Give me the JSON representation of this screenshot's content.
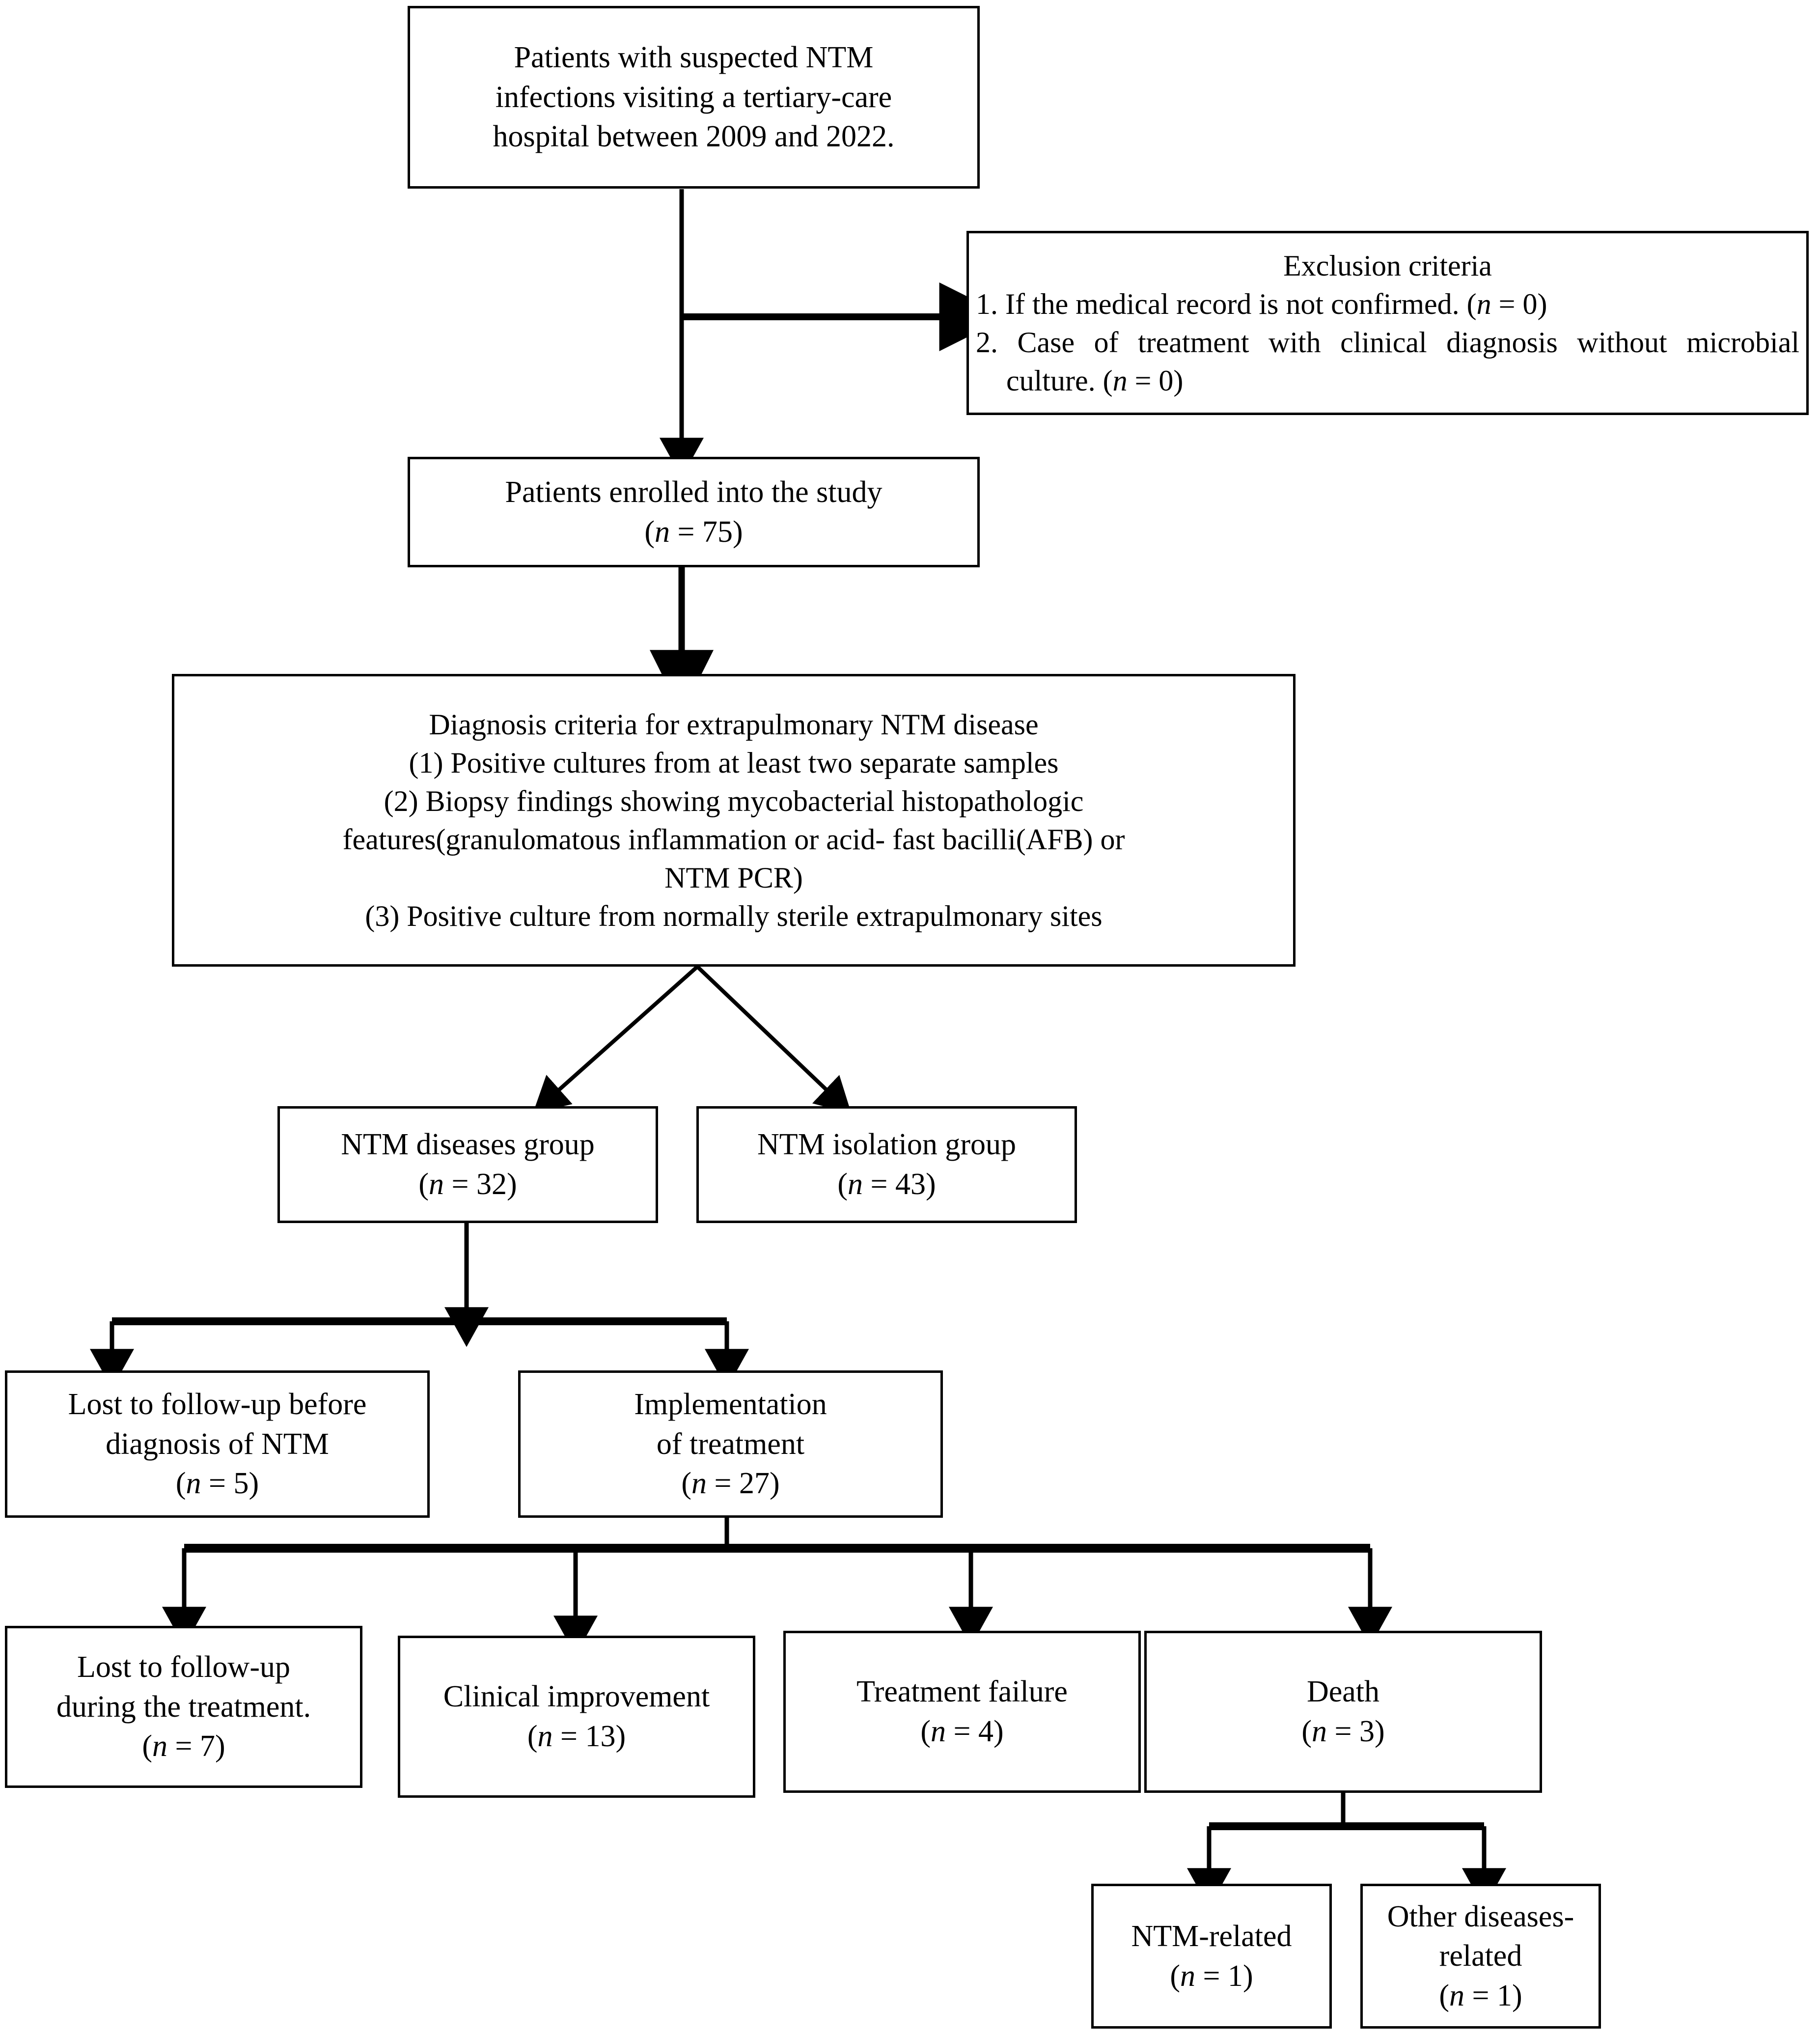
{
  "diagram": {
    "title": "NTM study patient flow diagram",
    "colors": {
      "line": "#000000",
      "box_border": "#000000",
      "background": "#ffffff",
      "text": "#000000"
    }
  },
  "nodes": {
    "suspected": {
      "lines": [
        "Patients with suspected NTM",
        "infections visiting a tertiary-care",
        "hospital between 2009 and 2022."
      ]
    },
    "exclusion": {
      "heading": "Exclusion criteria",
      "item1_pre": "1. If the medical record is not confirmed. (",
      "item1_n": "n",
      "item1_post": " = 0)",
      "item2_pre": "2. Case of treatment with clinical diagnosis without microbial culture. (",
      "item2_n": "n",
      "item2_post": " = 0)"
    },
    "enrolled": {
      "line1": "Patients enrolled into the study",
      "n_symbol": "n",
      "n_pre": "(",
      "n_post": " = 75)"
    },
    "criteria": {
      "heading": "Diagnosis criteria for extrapulmonary NTM disease",
      "item1": "(1)   Positive cultures from at least two separate samples",
      "item2a": "(2)   Biopsy findings showing mycobacterial histopathologic",
      "item2b": "features(granulomatous inflammation or acid- fast bacilli(AFB) or",
      "item2c": "NTM PCR)",
      "item3": "(3)   Positive culture from normally sterile extrapulmonary sites"
    },
    "diseases_group": {
      "line1": "NTM diseases group",
      "n_symbol": "n",
      "n_pre": "(",
      "n_post": " = 32)"
    },
    "isolation_group": {
      "line1": "NTM isolation group",
      "n_symbol": "n",
      "n_pre": "(",
      "n_post": " = 43)"
    },
    "lost_before": {
      "line1": "Lost to follow-up before",
      "line2": "diagnosis of NTM",
      "n_symbol": "n",
      "n_pre": "(",
      "n_post": " = 5)"
    },
    "implementation": {
      "line1": "Implementation",
      "line2": "of treatment",
      "n_symbol": "n",
      "n_pre": "(",
      "n_post": " = 27)"
    },
    "lost_during": {
      "line1": "Lost to follow-up",
      "line2": "during the treatment.",
      "n_symbol": "n",
      "n_pre": "(",
      "n_post": " = 7)"
    },
    "improvement": {
      "line1": "Clinical improvement",
      "n_symbol": "n",
      "n_pre": "(",
      "n_post": " = 13)"
    },
    "failure": {
      "line1": "Treatment failure",
      "n_symbol": "n",
      "n_pre": "(",
      "n_post": " = 4)"
    },
    "death": {
      "line1": "Death",
      "n_symbol": "n",
      "n_pre": "(",
      "n_post": " = 3)"
    },
    "ntm_related": {
      "line1": "NTM-related",
      "n_symbol": "n",
      "n_pre": "(",
      "n_post": " = 1)"
    },
    "other_related": {
      "line1": "Other diseases-",
      "line2": "related",
      "n_symbol": "n",
      "n_pre": "(",
      "n_post": " = 1)"
    }
  },
  "chart_data": {
    "type": "table",
    "title": "Patient flow through NTM study (2009-2022)",
    "nodes": [
      {
        "id": "suspected",
        "label": "Patients with suspected NTM infections visiting a tertiary-care hospital between 2009 and 2022.",
        "n": null
      },
      {
        "id": "exclusion",
        "label": "Exclusion criteria",
        "n": 0
      },
      {
        "id": "enrolled",
        "label": "Patients enrolled into the study",
        "n": 75
      },
      {
        "id": "criteria",
        "label": "Diagnosis criteria for extrapulmonary NTM disease",
        "n": null
      },
      {
        "id": "diseases_group",
        "label": "NTM diseases group",
        "n": 32
      },
      {
        "id": "isolation_group",
        "label": "NTM isolation group",
        "n": 43
      },
      {
        "id": "lost_before",
        "label": "Lost to follow-up before diagnosis of NTM",
        "n": 5
      },
      {
        "id": "implementation",
        "label": "Implementation of treatment",
        "n": 27
      },
      {
        "id": "lost_during",
        "label": "Lost to follow-up during the treatment.",
        "n": 7
      },
      {
        "id": "improvement",
        "label": "Clinical improvement",
        "n": 13
      },
      {
        "id": "failure",
        "label": "Treatment failure",
        "n": 4
      },
      {
        "id": "death",
        "label": "Death",
        "n": 3
      },
      {
        "id": "ntm_related",
        "label": "NTM-related",
        "n": 1
      },
      {
        "id": "other_related",
        "label": "Other diseases-related",
        "n": 1
      }
    ],
    "edges": [
      [
        "suspected",
        "exclusion"
      ],
      [
        "suspected",
        "enrolled"
      ],
      [
        "enrolled",
        "criteria"
      ],
      [
        "criteria",
        "diseases_group"
      ],
      [
        "criteria",
        "isolation_group"
      ],
      [
        "diseases_group",
        "lost_before"
      ],
      [
        "diseases_group",
        "implementation"
      ],
      [
        "implementation",
        "lost_during"
      ],
      [
        "implementation",
        "improvement"
      ],
      [
        "implementation",
        "failure"
      ],
      [
        "implementation",
        "death"
      ],
      [
        "death",
        "ntm_related"
      ],
      [
        "death",
        "other_related"
      ]
    ]
  }
}
